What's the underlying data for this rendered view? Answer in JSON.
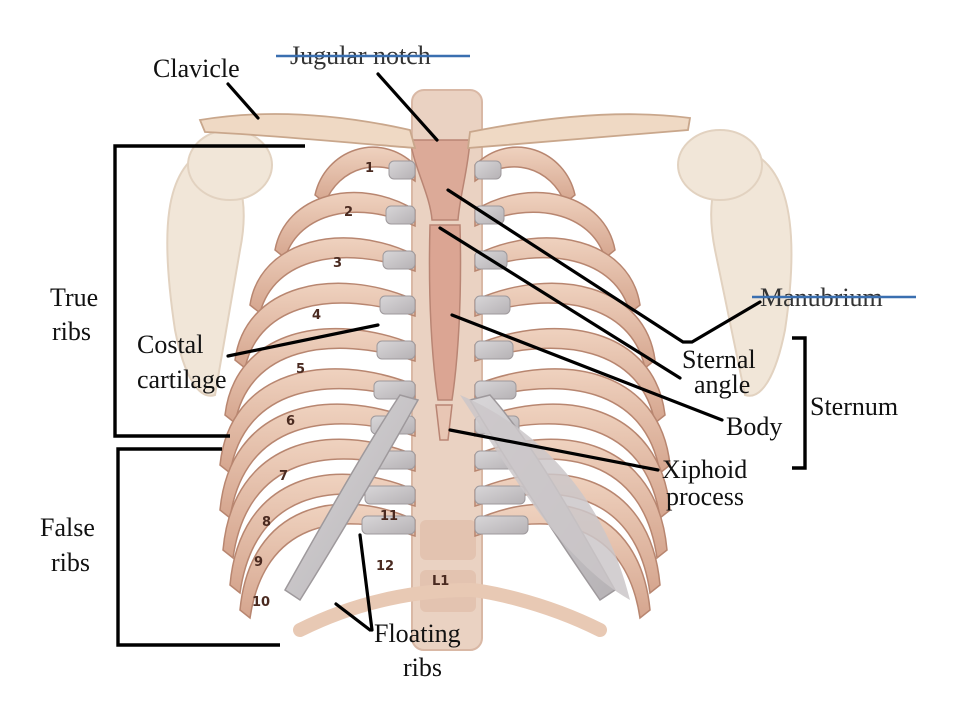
{
  "labels": {
    "clavicle": "Clavicle",
    "jugular_notch": "Jugular notch",
    "manubrium": "Manubrium",
    "true_ribs_1": "True",
    "true_ribs_2": "ribs",
    "false_ribs_1": "False",
    "false_ribs_2": "ribs",
    "costal_1": "Costal",
    "costal_2": "cartilage",
    "sternal_1": "Sternal",
    "sternal_2": "angle",
    "body": "Body",
    "sternum": "Sternum",
    "xiphoid_1": "Xiphoid",
    "xiphoid_2": "process",
    "floating_1": "Floating",
    "floating_2": "ribs"
  },
  "rib_numbers": [
    "1",
    "2",
    "3",
    "4",
    "5",
    "6",
    "7",
    "8",
    "9",
    "10",
    "11",
    "12"
  ],
  "vertebra_label": "L1",
  "colors": {
    "bone": "#e8c3ab",
    "bone_shadow": "#c99a84",
    "cartilage": "#c9c6c8",
    "sternum": "#d9a392",
    "strike_line": "#3a6fb0"
  }
}
